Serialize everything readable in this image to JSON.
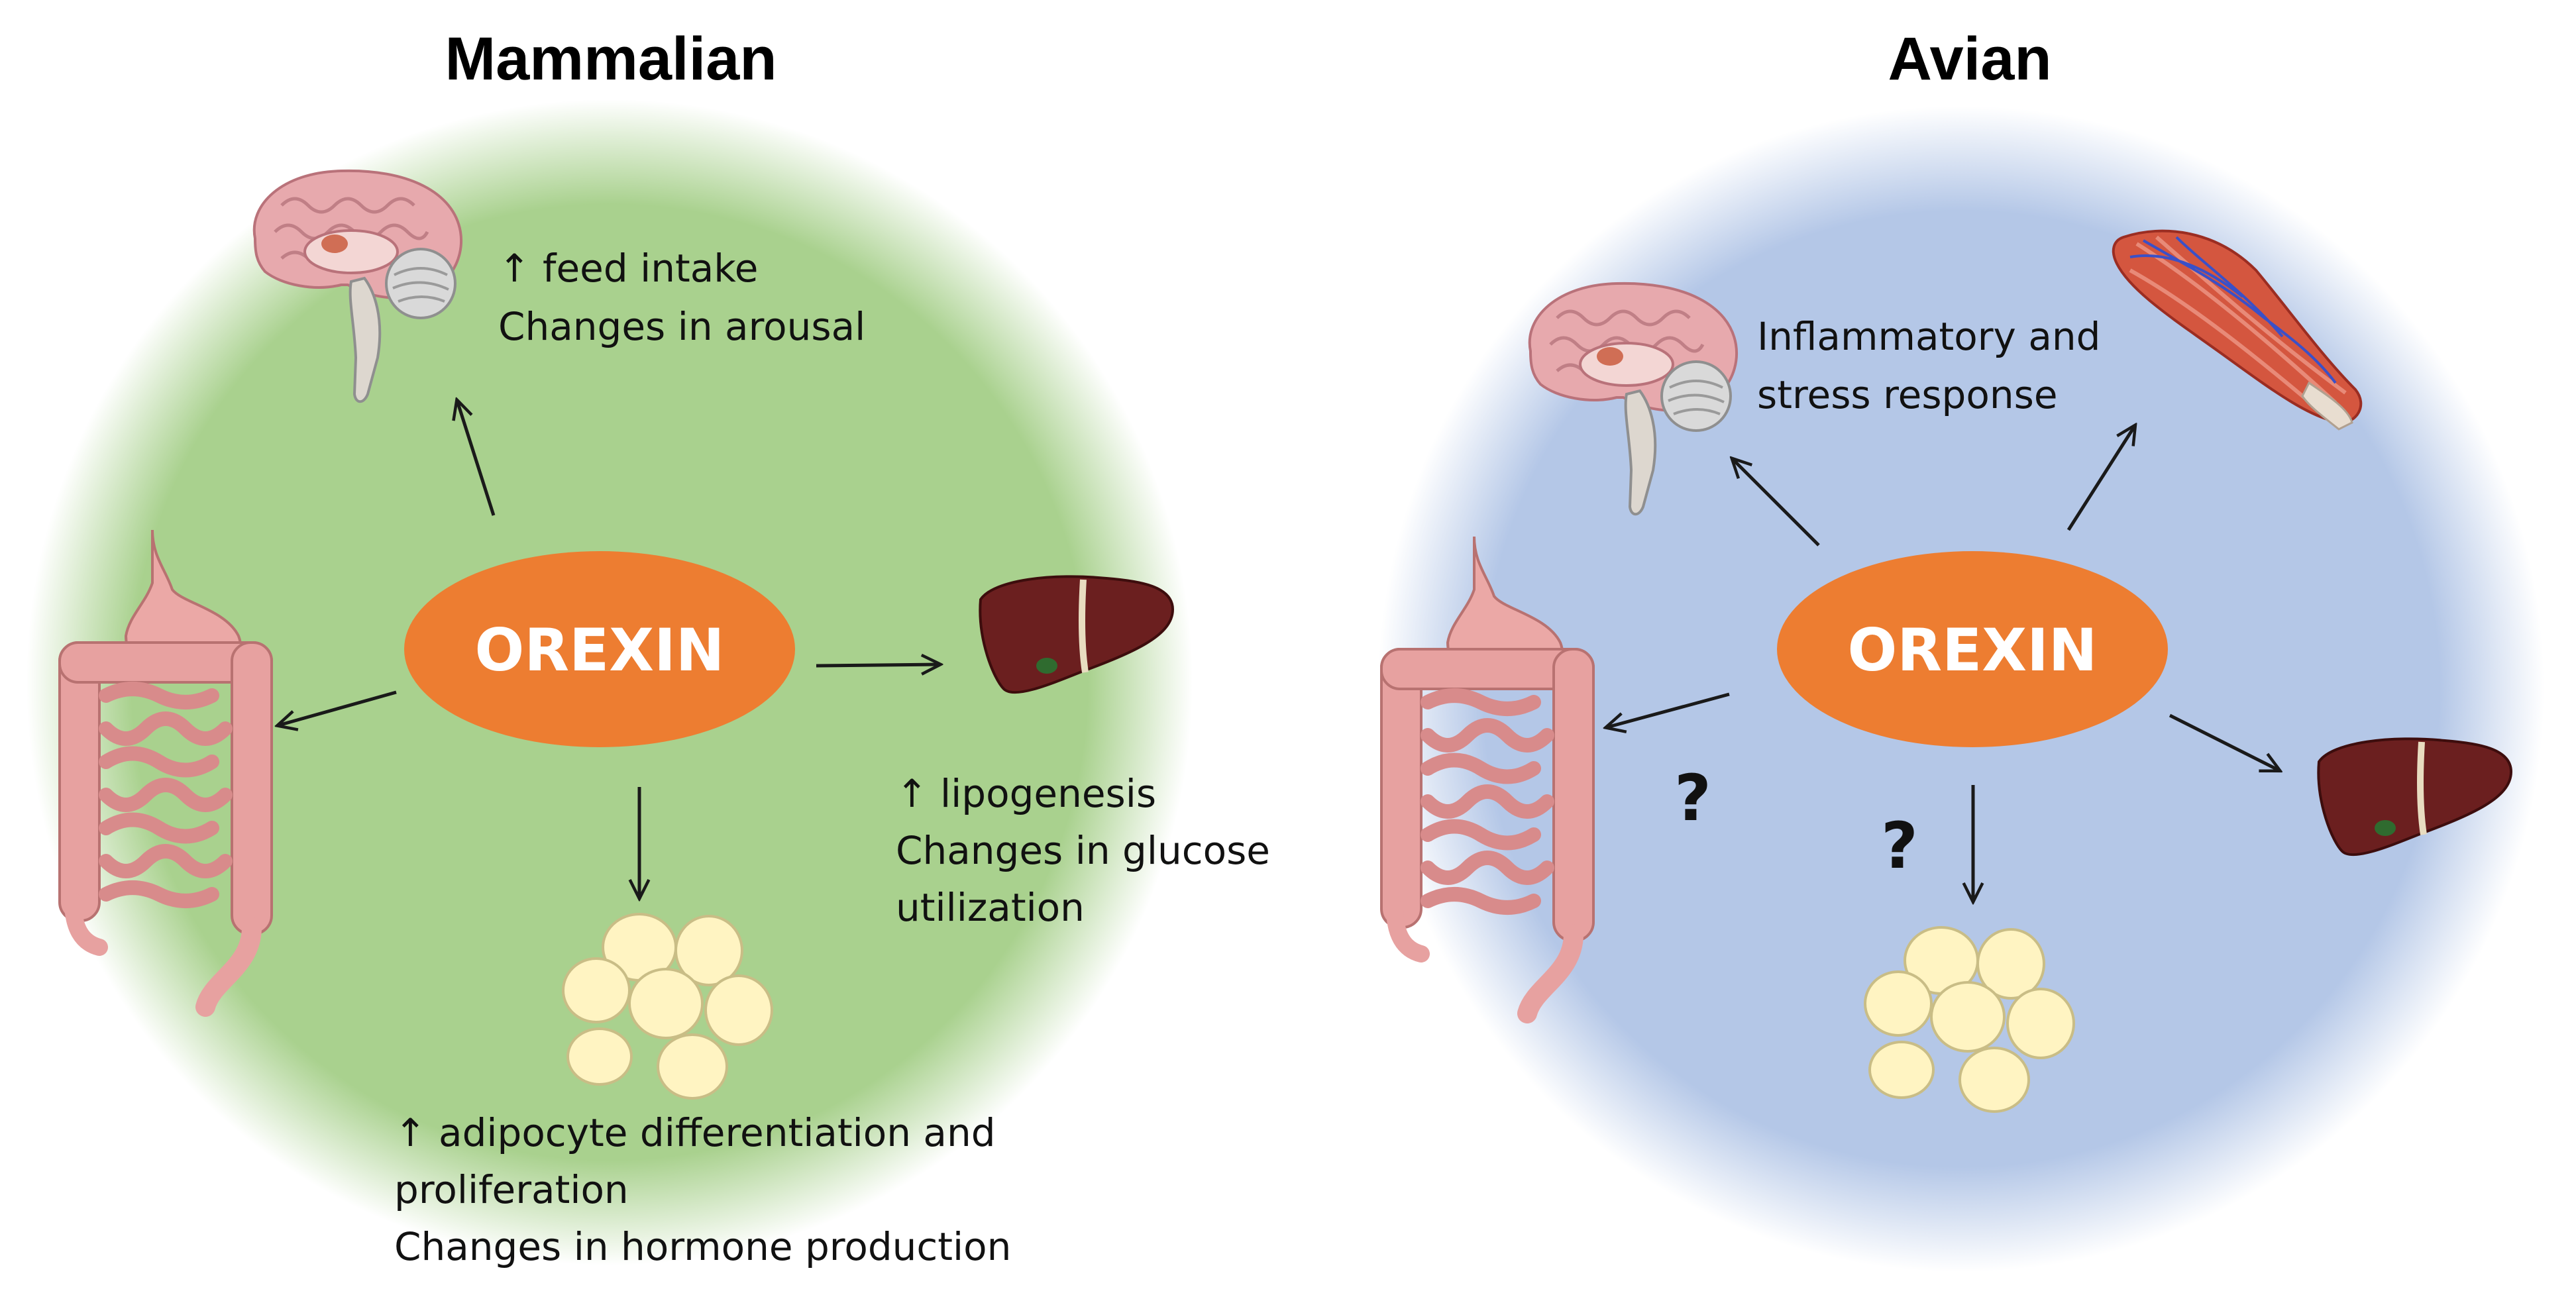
{
  "panels": {
    "mammalian": {
      "title": "Mammalian",
      "hub": "OREXIN",
      "brain_text": [
        "↑ feed intake",
        "Changes in arousal"
      ],
      "liver_text": [
        "↑ lipogenesis",
        "Changes in glucose",
        "utilization"
      ],
      "adipose_text": [
        "↑ adipocyte differentiation and",
        "proliferation",
        "Changes in hormone production"
      ],
      "colors": {
        "background": "#a9d18e",
        "hub": "#ed7d31"
      }
    },
    "avian": {
      "title": "Avian",
      "hub": "OREXIN",
      "brain_muscle_text": [
        "Inflammatory and",
        "stress response"
      ],
      "gut_mark": "?",
      "adipose_mark": "?",
      "colors": {
        "background": "#b4c7e7",
        "hub": "#ed7d31"
      }
    }
  },
  "icons": [
    "brain-icon",
    "muscle-icon",
    "gut-icon",
    "liver-icon",
    "adipocytes-icon"
  ]
}
